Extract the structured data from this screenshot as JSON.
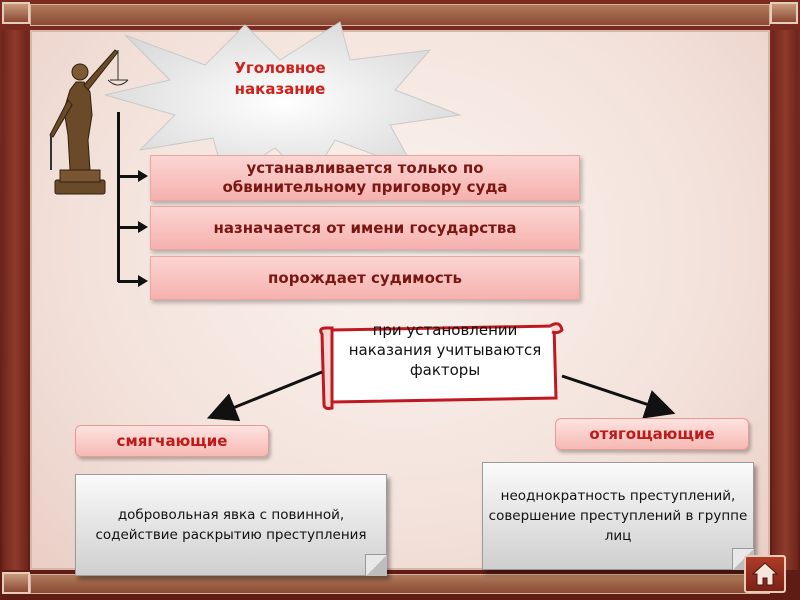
{
  "title": {
    "line1": "Уголовное",
    "line2": "наказание"
  },
  "features": [
    {
      "text": "устанавливается только по обвинительному приговору суда"
    },
    {
      "text": "назначается от имени государства"
    },
    {
      "text": "порождает судимость"
    }
  ],
  "scroll": {
    "text": "при установлении наказания учитываются факторы"
  },
  "factors": {
    "mitigating": {
      "label": "смягчающие",
      "example": "добровольная явка с повинной, содействие раскрытию преступления"
    },
    "aggravating": {
      "label": "отягощающие",
      "example": "неоднократность преступлений, совершение преступлений в группе лиц"
    }
  },
  "icons": {
    "statue": "themis-statue-icon",
    "home": "home-icon"
  },
  "colors": {
    "accent_red": "#d0201a",
    "dark_red": "#7a1712",
    "frame": "#7a2a20"
  }
}
